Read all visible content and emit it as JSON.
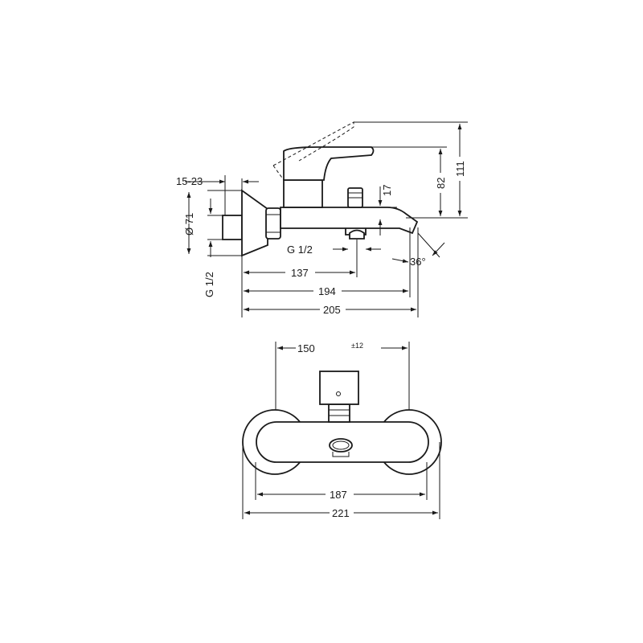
{
  "side_view": {
    "dims": {
      "flange_depth": "15-23",
      "rosette_diameter": "Ø 71",
      "thread_inlet": "G 1/2",
      "thread_outlet": "G 1/2",
      "outlet_position": "137",
      "spout_length": "194",
      "overall_length": "205",
      "spout_height": "17",
      "lever_height": "82",
      "total_height": "111",
      "spout_angle": "36°"
    }
  },
  "front_view": {
    "dims": {
      "center_distance": "150",
      "center_tolerance": "±12",
      "body_width": "187",
      "overall_width": "221"
    }
  }
}
